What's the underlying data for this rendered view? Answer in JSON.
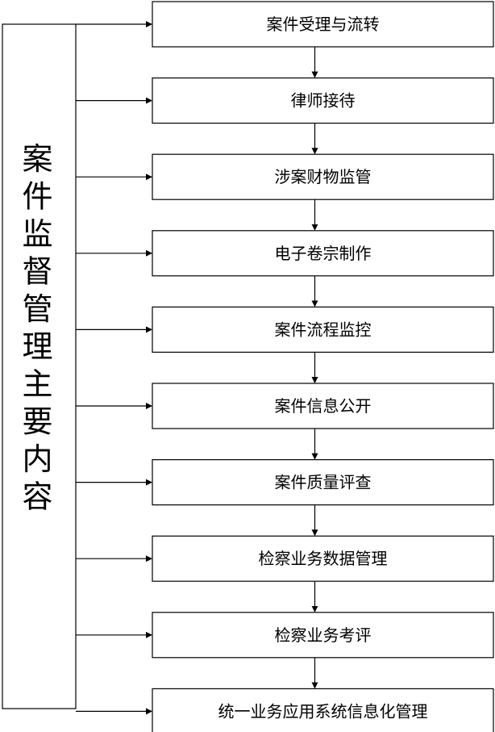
{
  "diagram": {
    "main_label": "案件监督管理主要内容",
    "items": [
      "案件受理与流转",
      "律师接待",
      "涉案财物监管",
      "电子卷宗制作",
      "案件流程监控",
      "案件信息公开",
      "案件质量评查",
      "检察业务数据管理",
      "检察业务考评",
      "统一业务应用系统信息化管理"
    ]
  }
}
